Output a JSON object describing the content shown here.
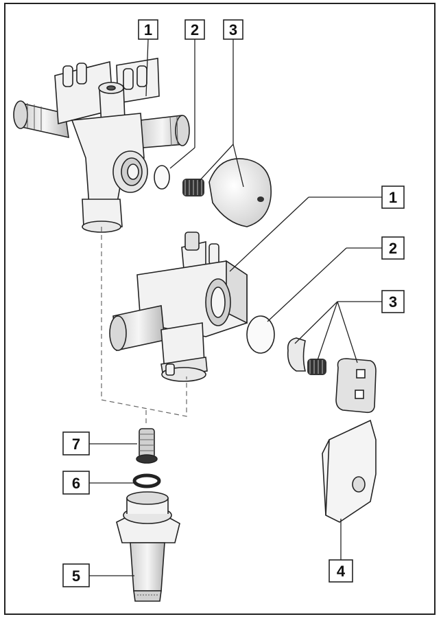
{
  "diagram": {
    "callouts": [
      {
        "id": "c1-top",
        "label": "1"
      },
      {
        "id": "c2-top",
        "label": "2"
      },
      {
        "id": "c3-top",
        "label": "3"
      },
      {
        "id": "c1-mid",
        "label": "1"
      },
      {
        "id": "c2-mid",
        "label": "2"
      },
      {
        "id": "c3-mid",
        "label": "3"
      },
      {
        "id": "c7",
        "label": "7"
      },
      {
        "id": "c6",
        "label": "6"
      },
      {
        "id": "c5",
        "label": "5"
      },
      {
        "id": "c4",
        "label": "4"
      }
    ]
  },
  "colors": {
    "line": "#222222",
    "part_fill": "#f2f2f2",
    "part_shade": "#bdbdbd",
    "dark_part": "#333333"
  }
}
